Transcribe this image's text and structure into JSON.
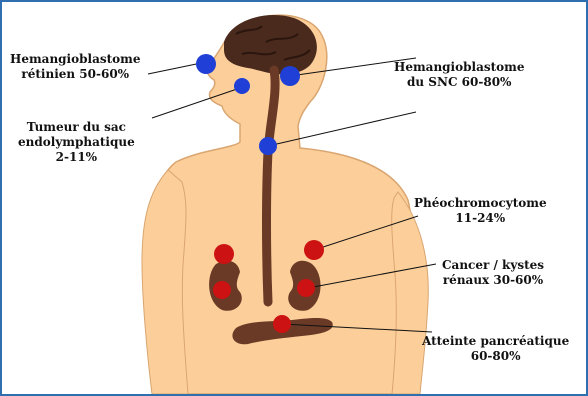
{
  "diagram": {
    "colors": {
      "skin": "#fccf9a",
      "skin_outline": "#d9a570",
      "brain": "#4a2a1c",
      "organ": "#6b3a26",
      "marker_blue": "#1f3fd6",
      "marker_red": "#cc1212",
      "frame": "#2f6fb0"
    },
    "labels": {
      "retina": {
        "line1": "Hemangioblastome",
        "line2": "rétinien   50-60%"
      },
      "cns": {
        "line1": "Hemangioblastome",
        "line2": "du SNC 60-80%"
      },
      "endolymphatic": {
        "line1": "Tumeur du sac",
        "line2": "endolymphatique",
        "line3": "2-11%"
      },
      "pheo": {
        "line1": "Phéochromocytome",
        "line2": "11-24%"
      },
      "renal": {
        "line1": "Cancer / kystes",
        "line2": "rénaux 30-60%"
      },
      "pancreas": {
        "line1": "Atteinte pancréatique",
        "line2": "60-80%"
      }
    }
  }
}
